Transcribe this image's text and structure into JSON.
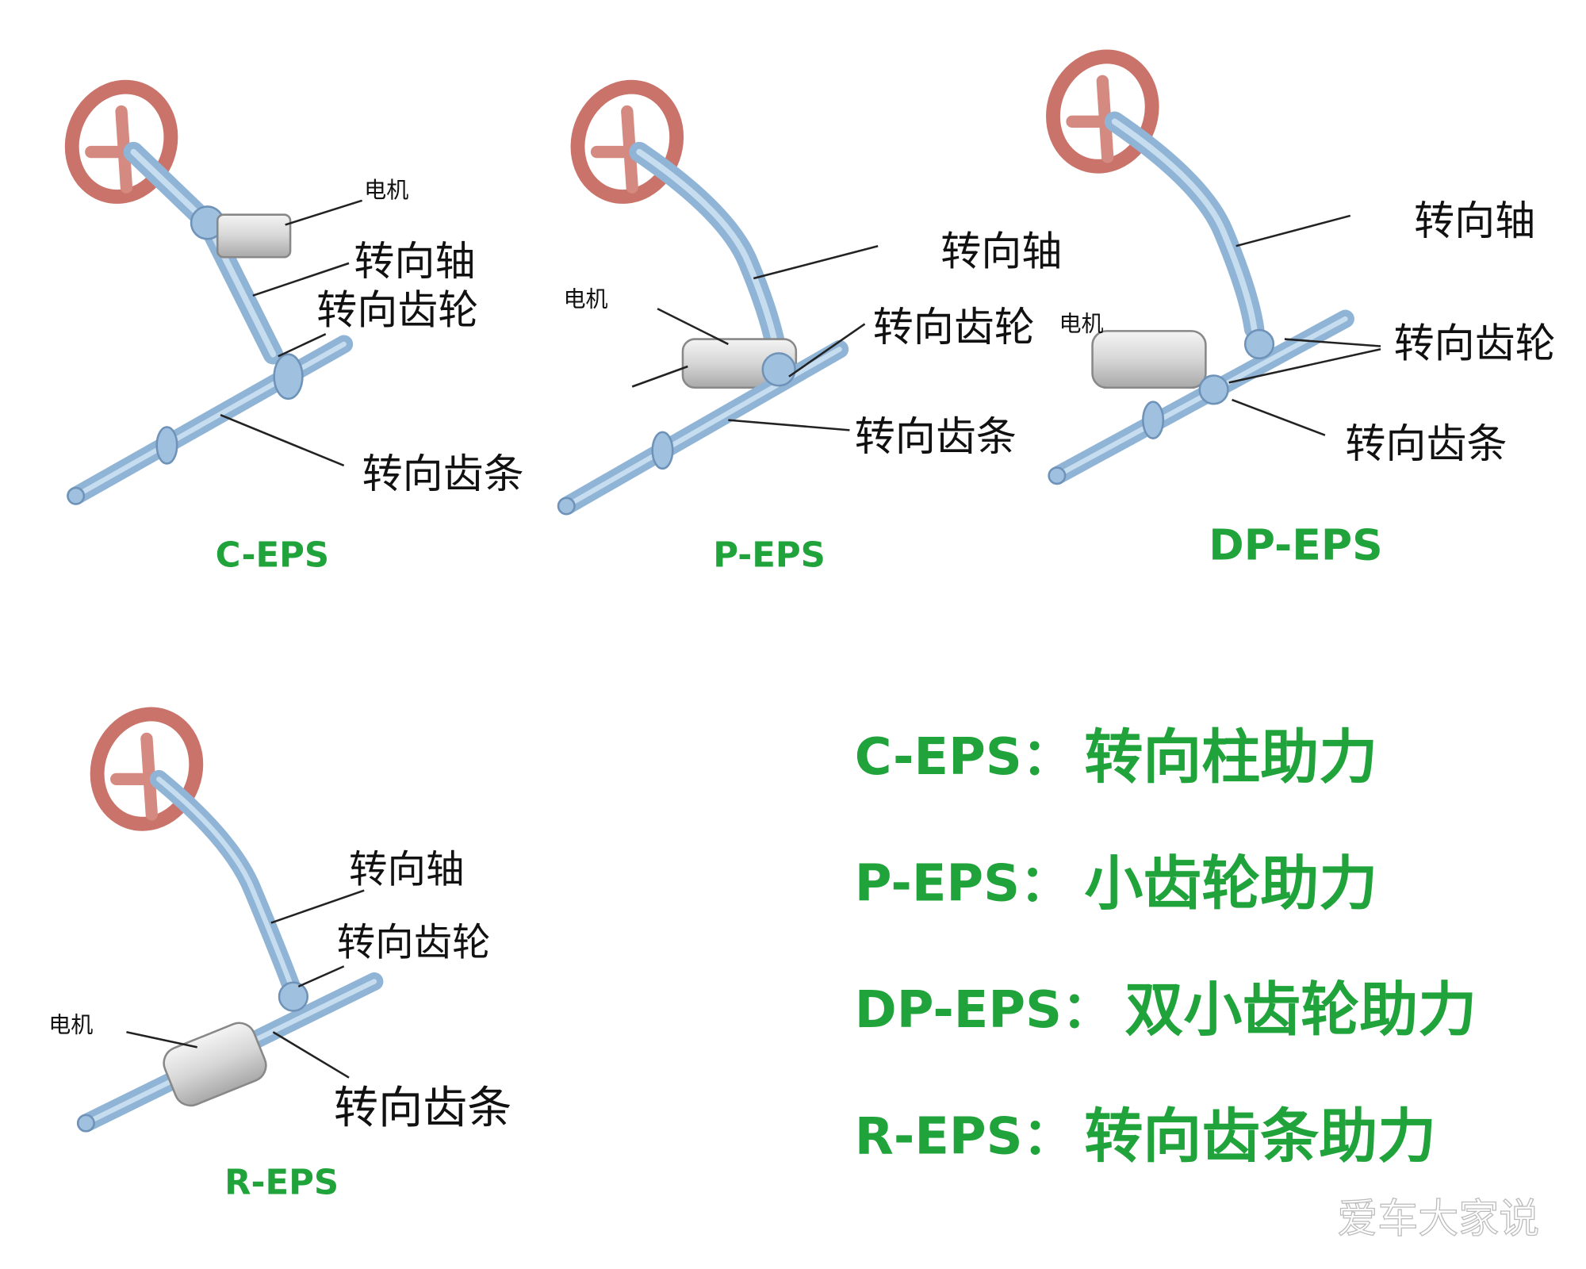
{
  "diagrams": [
    {
      "title": "C-EPS",
      "motor": "电机",
      "shaft": "转向轴",
      "pinion": "转向齿轮",
      "rack": "转向齿条"
    },
    {
      "title": "P-EPS",
      "motor": "电机",
      "shaft": "转向轴",
      "pinion": "转向齿轮",
      "rack": "转向齿条"
    },
    {
      "title": "DP-EPS",
      "motor": "电机",
      "shaft": "转向轴",
      "pinion": "转向齿轮",
      "rack": "转向齿条"
    },
    {
      "title": "R-EPS",
      "motor": "电机",
      "shaft": "转向轴",
      "pinion": "转向齿轮",
      "rack": "转向齿条"
    }
  ],
  "legend": [
    {
      "type": "C-EPS：",
      "desc": "转向柱助力"
    },
    {
      "type": "P-EPS：",
      "desc": "小齿轮助力"
    },
    {
      "type": "DP-EPS：",
      "desc": "双小齿轮助力"
    },
    {
      "type": "R-EPS：",
      "desc": "转向齿条助力"
    }
  ],
  "watermark": "爱车大家说",
  "colors": {
    "accent": "#1fa33a",
    "wheel": "#c9736a",
    "steel": "#8fb4d6"
  }
}
